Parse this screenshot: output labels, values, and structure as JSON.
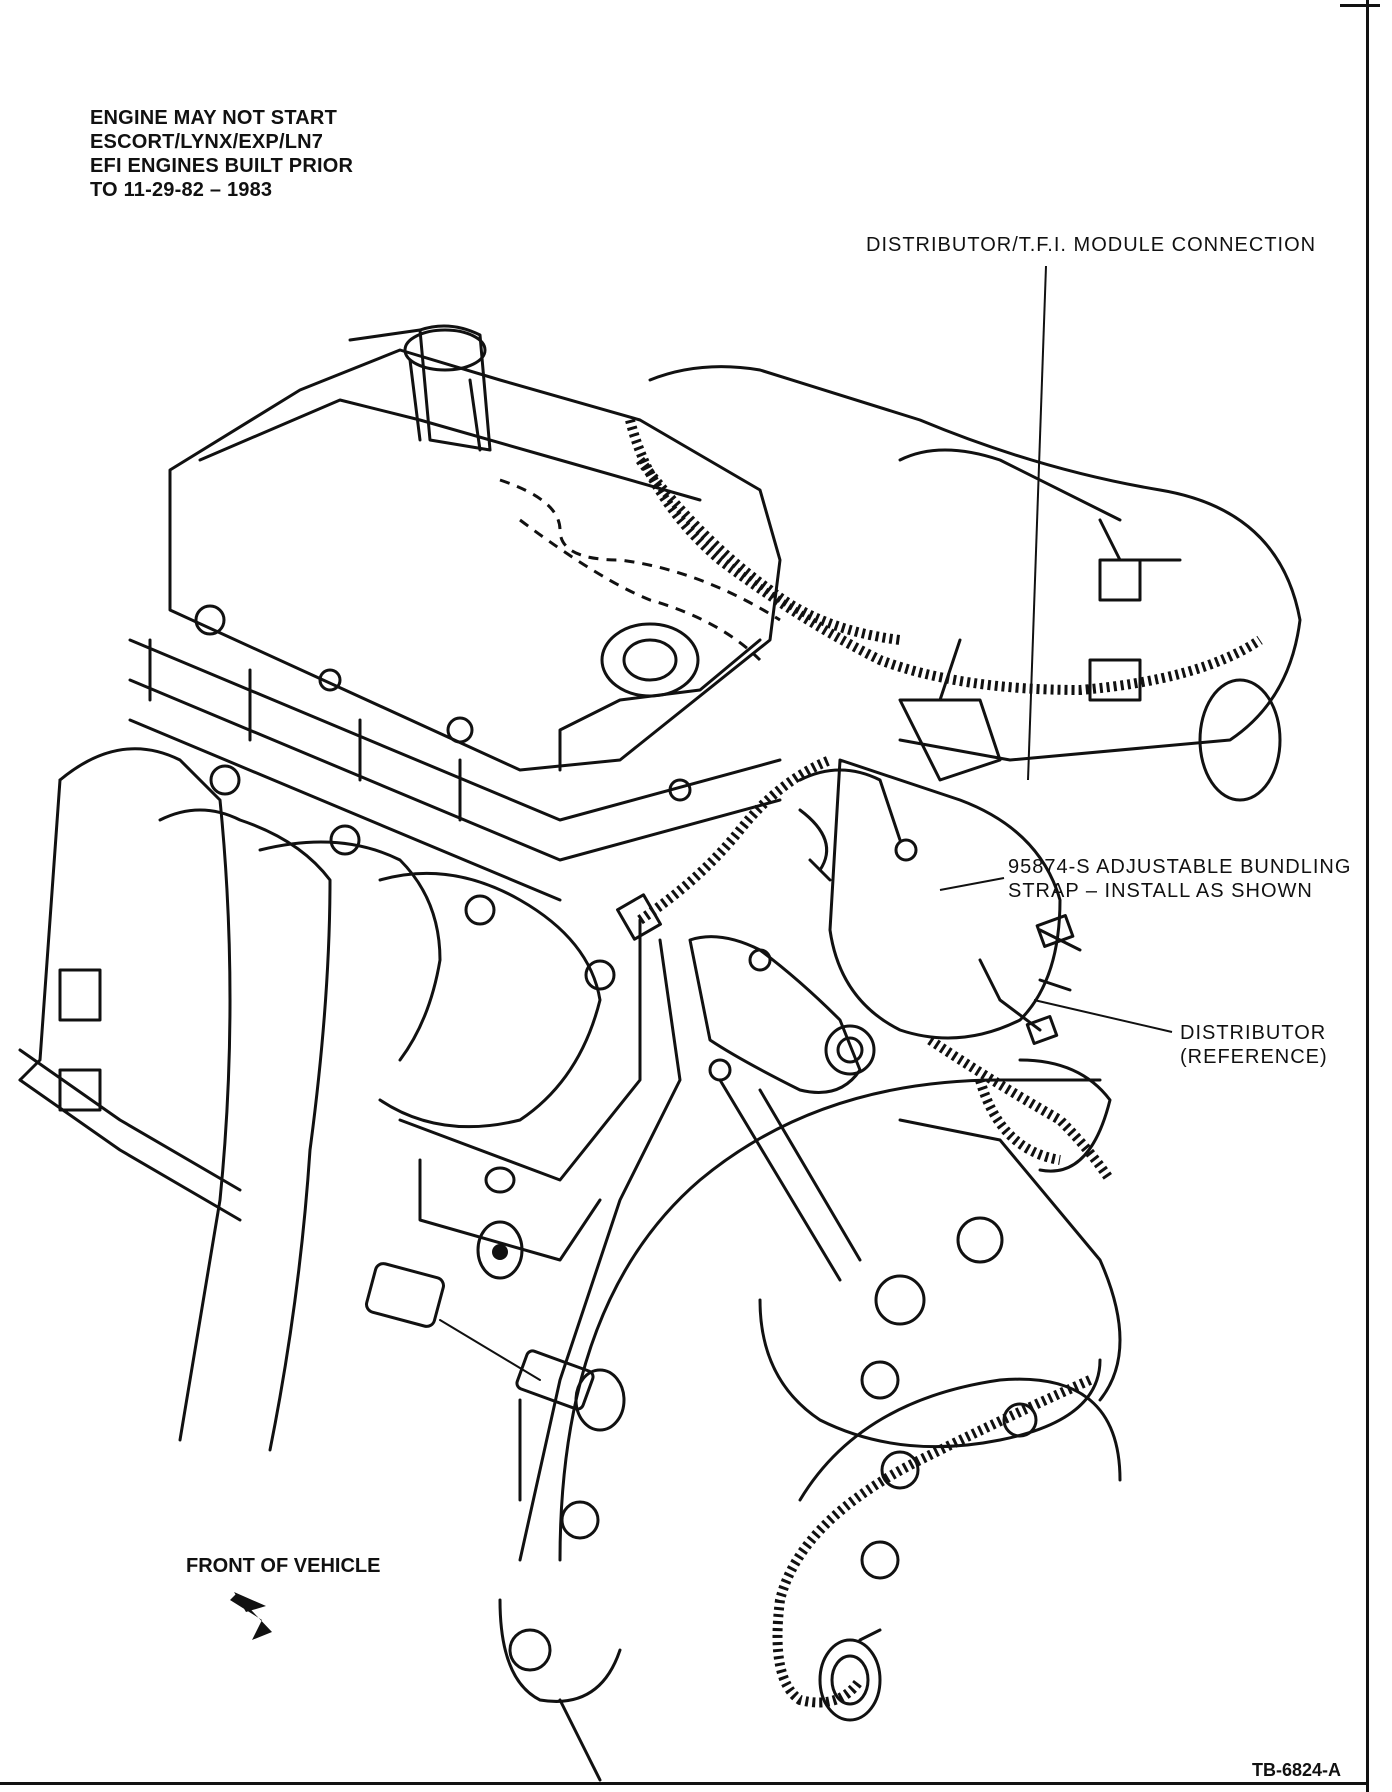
{
  "header": {
    "lines": [
      "ENGINE MAY NOT START",
      "ESCORT/LYNX/EXP/LN7",
      "EFI ENGINES BUILT PRIOR",
      "TO 11-29-82 – 1983"
    ]
  },
  "callouts": {
    "module_connection": "DISTRIBUTOR/T.F.I. MODULE CONNECTION",
    "strap_line1": "95874-S ADJUSTABLE BUNDLING",
    "strap_line2": "STRAP – INSTALL AS SHOWN",
    "distributor_line1": "DISTRIBUTOR",
    "distributor_line2": "(REFERENCE)"
  },
  "front_label": "FRONT OF VEHICLE",
  "figure_code": "TB-6824-A"
}
